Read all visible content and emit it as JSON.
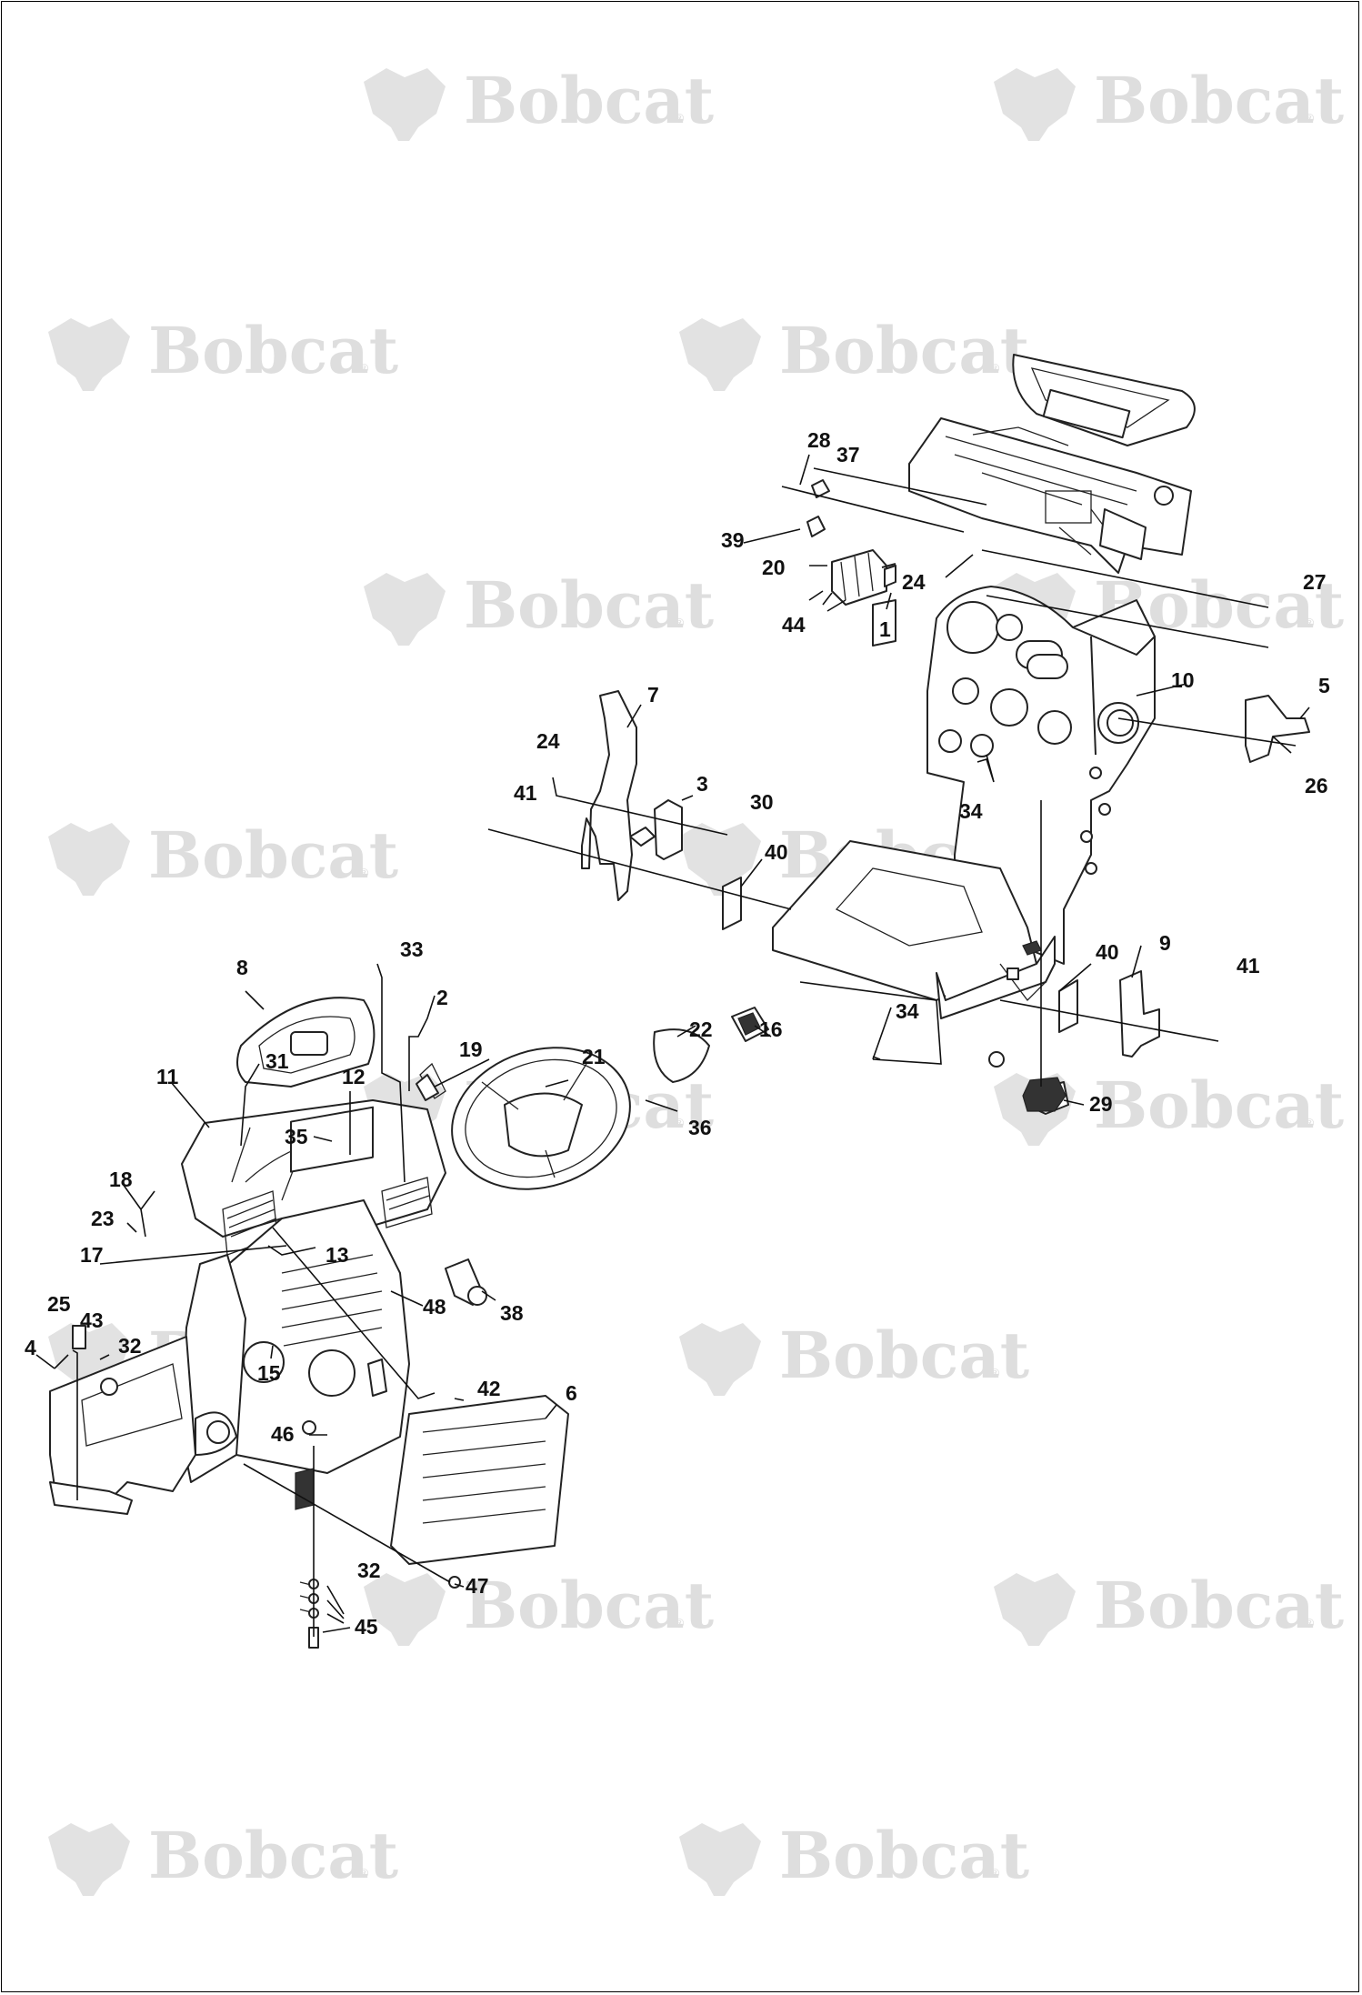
{
  "watermark": {
    "text": "Bobcat",
    "reg_mark": "®",
    "logo_icon": "bobcat-logo-icon"
  },
  "callouts": [
    {
      "id": "c1",
      "label": "1"
    },
    {
      "id": "c2",
      "label": "2"
    },
    {
      "id": "c3",
      "label": "3"
    },
    {
      "id": "c4",
      "label": "4"
    },
    {
      "id": "c5",
      "label": "5"
    },
    {
      "id": "c6",
      "label": "6"
    },
    {
      "id": "c7",
      "label": "7"
    },
    {
      "id": "c8",
      "label": "8"
    },
    {
      "id": "c9",
      "label": "9"
    },
    {
      "id": "c10",
      "label": "10"
    },
    {
      "id": "c11",
      "label": "11"
    },
    {
      "id": "c12",
      "label": "12"
    },
    {
      "id": "c13",
      "label": "13"
    },
    {
      "id": "c15",
      "label": "15"
    },
    {
      "id": "c16",
      "label": "16"
    },
    {
      "id": "c17",
      "label": "17"
    },
    {
      "id": "c18",
      "label": "18"
    },
    {
      "id": "c19",
      "label": "19"
    },
    {
      "id": "c20",
      "label": "20"
    },
    {
      "id": "c21",
      "label": "21"
    },
    {
      "id": "c22",
      "label": "22"
    },
    {
      "id": "c23",
      "label": "23"
    },
    {
      "id": "c24a",
      "label": "24"
    },
    {
      "id": "c24b",
      "label": "24"
    },
    {
      "id": "c25",
      "label": "25"
    },
    {
      "id": "c26",
      "label": "26"
    },
    {
      "id": "c27",
      "label": "27"
    },
    {
      "id": "c28",
      "label": "28"
    },
    {
      "id": "c29",
      "label": "29"
    },
    {
      "id": "c30",
      "label": "30"
    },
    {
      "id": "c31",
      "label": "31"
    },
    {
      "id": "c32a",
      "label": "32"
    },
    {
      "id": "c32b",
      "label": "32"
    },
    {
      "id": "c33",
      "label": "33"
    },
    {
      "id": "c34a",
      "label": "34"
    },
    {
      "id": "c34b",
      "label": "34"
    },
    {
      "id": "c35",
      "label": "35"
    },
    {
      "id": "c36",
      "label": "36"
    },
    {
      "id": "c37",
      "label": "37"
    },
    {
      "id": "c38",
      "label": "38"
    },
    {
      "id": "c39",
      "label": "39"
    },
    {
      "id": "c40a",
      "label": "40"
    },
    {
      "id": "c40b",
      "label": "40"
    },
    {
      "id": "c41a",
      "label": "41"
    },
    {
      "id": "c41b",
      "label": "41"
    },
    {
      "id": "c42",
      "label": "42"
    },
    {
      "id": "c43",
      "label": "43"
    },
    {
      "id": "c44",
      "label": "44"
    },
    {
      "id": "c45",
      "label": "45"
    },
    {
      "id": "c46",
      "label": "46"
    },
    {
      "id": "c47",
      "label": "47"
    },
    {
      "id": "c48",
      "label": "48"
    }
  ]
}
